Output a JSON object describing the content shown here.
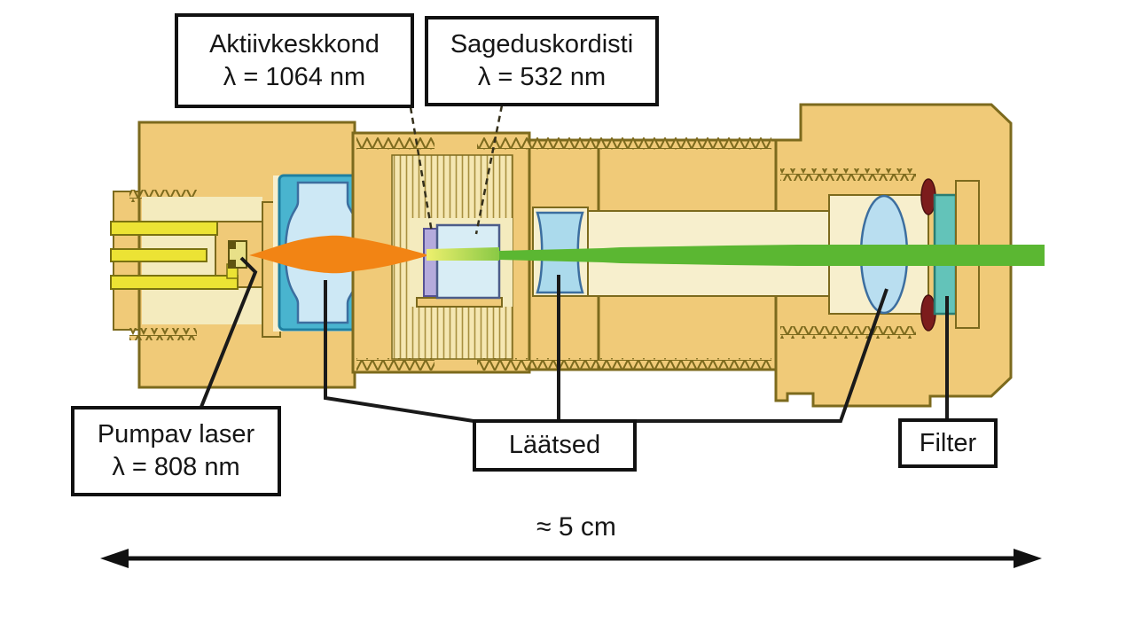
{
  "labels": {
    "active_medium": {
      "title": "Aktiivkeskkond",
      "wavelength": "λ = 1064 nm"
    },
    "frequency_doubler": {
      "title": "Sageduskordisti",
      "wavelength": "λ = 532 nm"
    },
    "pump_laser": {
      "title": "Pumpav laser",
      "wavelength": "λ = 808 nm"
    },
    "lenses": {
      "title": "Läätsed"
    },
    "filter": {
      "title": "Filter"
    }
  },
  "dimension": {
    "label": "≈ 5 cm"
  },
  "colors": {
    "housing_brass": "#f0ca78",
    "housing_outline": "#7c6a1d",
    "bore_cream": "#f7efcd",
    "hatch_fill": "#f5e7b2",
    "pin_yellow": "#ece334",
    "lens_block_teal": "#49b4cf",
    "lens_glass_blue": "#cde8f5",
    "concave_lens_blue": "#abdaec",
    "output_lens_blue": "#b9def0",
    "crystal_purple": "#b5abdc",
    "doubler_pale_blue": "#d8edf5",
    "filter_teal": "#63c3b9",
    "oring_dark_red": "#7c1c1c",
    "beam_pump_orange": "#f28414",
    "beam_yellow": "#eef06e",
    "beam_green": "#5bb732",
    "diode_chip": "#e8e088"
  }
}
